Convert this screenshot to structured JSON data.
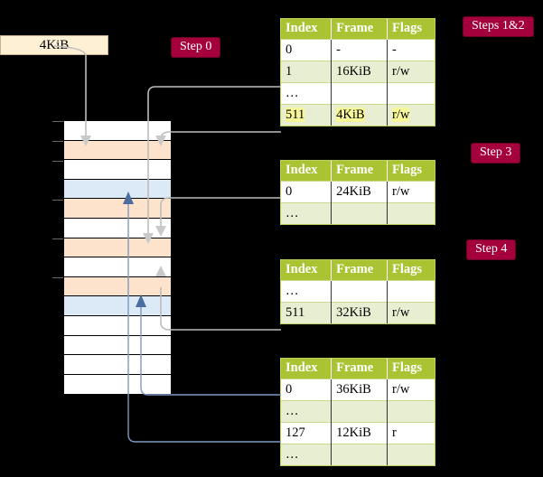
{
  "title": "Multi-level page table walk diagram",
  "source_box": {
    "label": "4KiB"
  },
  "badges": [
    {
      "id": "step0",
      "label": "Step 0"
    },
    {
      "id": "steps12",
      "label": "Steps 1&2"
    },
    {
      "id": "step3",
      "label": "Step 3"
    },
    {
      "id": "step4",
      "label": "Step 4"
    }
  ],
  "colors": {
    "badge_bg": "#a4003c",
    "badge_text": "#ffffff",
    "table_header_bg": "#aac333",
    "table_alt_row": "#e8eed2",
    "highlight": "#f7f79a",
    "source_box_bg": "#fdf0d5",
    "memory_orange": "#fde2cc",
    "memory_blue": "#dce9f7",
    "wire_gray": "#bdbdbd",
    "wire_blue": "#7d9bc1"
  },
  "memory_column": {
    "name": "physical-memory-frames",
    "rows": [
      {
        "index": 0,
        "fill": "white"
      },
      {
        "index": 1,
        "fill": "orange"
      },
      {
        "index": 2,
        "fill": "white"
      },
      {
        "index": 3,
        "fill": "blue"
      },
      {
        "index": 4,
        "fill": "orange"
      },
      {
        "index": 5,
        "fill": "white"
      },
      {
        "index": 6,
        "fill": "orange"
      },
      {
        "index": 7,
        "fill": "white"
      },
      {
        "index": 8,
        "fill": "orange"
      },
      {
        "index": 9,
        "fill": "blue"
      },
      {
        "index": 10,
        "fill": "white"
      },
      {
        "index": 11,
        "fill": "white"
      },
      {
        "index": 12,
        "fill": "white"
      },
      {
        "index": 13,
        "fill": "white"
      }
    ],
    "tick_rows": [
      0,
      1,
      2,
      4,
      6,
      8
    ]
  },
  "tables": [
    {
      "id": "table-steps12",
      "headers": [
        "Index",
        "Frame",
        "Flags"
      ],
      "rows": [
        {
          "cells": [
            "0",
            "-",
            "-"
          ],
          "alt": false,
          "highlight": false
        },
        {
          "cells": [
            "1",
            "16KiB",
            "r/w"
          ],
          "alt": true,
          "highlight": false
        },
        {
          "cells": [
            "…",
            "",
            ""
          ],
          "alt": false,
          "highlight": false
        },
        {
          "cells": [
            "511",
            "4KiB",
            "r/w"
          ],
          "alt": true,
          "highlight": true
        }
      ]
    },
    {
      "id": "table-step3",
      "headers": [
        "Index",
        "Frame",
        "Flags"
      ],
      "rows": [
        {
          "cells": [
            "0",
            "24KiB",
            "r/w"
          ],
          "alt": false,
          "highlight": false
        },
        {
          "cells": [
            "…",
            "",
            ""
          ],
          "alt": true,
          "highlight": false
        }
      ]
    },
    {
      "id": "table-step4",
      "headers": [
        "Index",
        "Frame",
        "Flags"
      ],
      "rows": [
        {
          "cells": [
            "…",
            "",
            ""
          ],
          "alt": false,
          "highlight": false
        },
        {
          "cells": [
            "511",
            "32KiB",
            "r/w"
          ],
          "alt": true,
          "highlight": false
        }
      ]
    },
    {
      "id": "table-leaf",
      "headers": [
        "Index",
        "Frame",
        "Flags"
      ],
      "rows": [
        {
          "cells": [
            "0",
            "36KiB",
            "r/w"
          ],
          "alt": false,
          "highlight": false
        },
        {
          "cells": [
            "…",
            "",
            ""
          ],
          "alt": true,
          "highlight": false
        },
        {
          "cells": [
            "127",
            "12KiB",
            "r"
          ],
          "alt": false,
          "highlight": false
        },
        {
          "cells": [
            "…",
            "",
            ""
          ],
          "alt": true,
          "highlight": false
        }
      ]
    }
  ]
}
